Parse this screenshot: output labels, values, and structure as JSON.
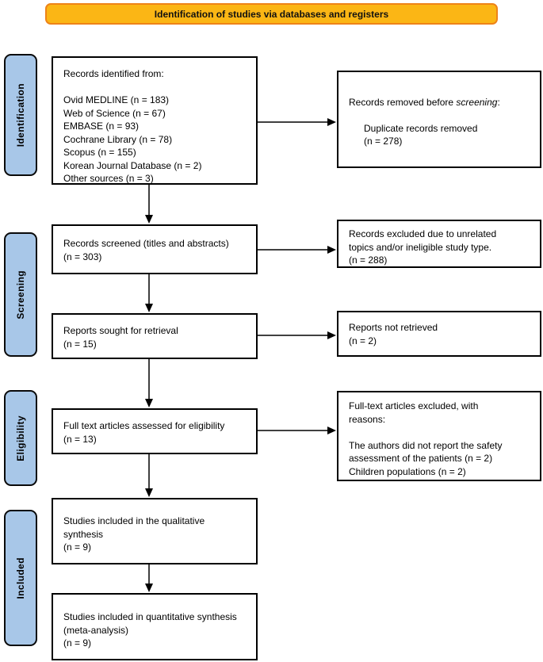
{
  "banner": {
    "title": "Identification of studies via databases and registers",
    "bg_color": "#FBB615",
    "border_color": "#EE8318"
  },
  "stages": [
    {
      "label": "Identification"
    },
    {
      "label": "Screening"
    },
    {
      "label": "Eligibility"
    },
    {
      "label": "Included"
    }
  ],
  "stage_style": {
    "bg_color": "#A8C7E8",
    "border_color": "#0A0A0A"
  },
  "main_boxes": [
    {
      "text": "Records identified from:\n\nOvid MEDLINE (n = 183)\nWeb of Science (n = 67)\nEMBASE (n = 93)\nCochrane Library (n = 78)\nScopus (n = 155)\nKorean Journal Database (n = 2)\nOther sources (n = 3)"
    },
    {
      "text": "Records screened (titles and abstracts)\n(n = 303)"
    },
    {
      "text": "Reports sought for retrieval\n(n = 15)"
    },
    {
      "text": "Full text articles assessed for eligibility\n(n = 13)"
    },
    {
      "text": "Studies included in the qualitative\nsynthesis\n(n = 9)"
    },
    {
      "text": "Studies included in quantitative synthesis\n(meta-analysis)\n(n = 9)"
    }
  ],
  "side_boxes": [
    {
      "title_prefix": "Records removed before ",
      "title_italic": "screening",
      "title_suffix": ":",
      "body": "Duplicate records removed\n(n = 278)"
    },
    {
      "text": "Records excluded due to unrelated\ntopics and/or ineligible study type.\n(n = 288)"
    },
    {
      "text": "Reports not retrieved\n(n = 2)"
    },
    {
      "text": "Full-text articles excluded, with\nreasons:\n\nThe authors did not report the safety\nassessment of the patients (n = 2)\nChildren populations (n = 2)"
    }
  ]
}
